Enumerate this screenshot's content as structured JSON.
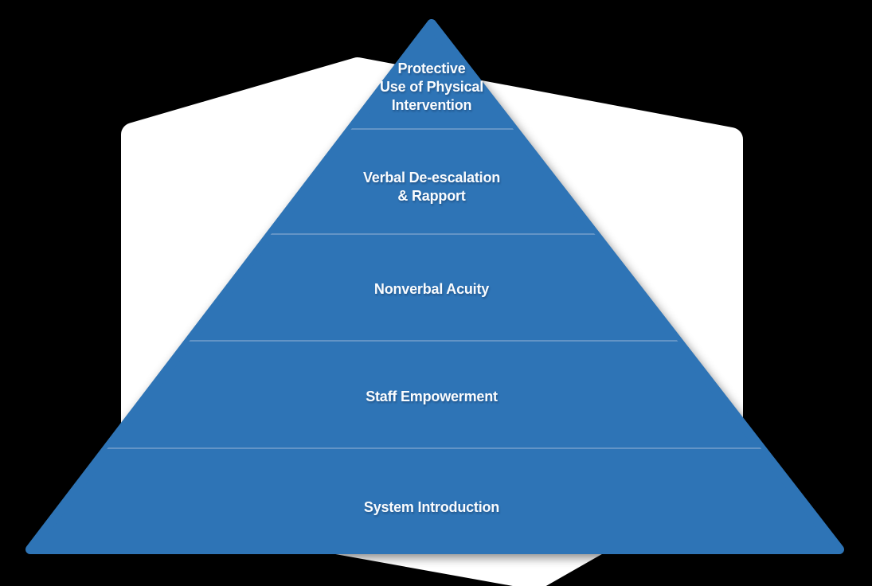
{
  "diagram": {
    "type": "pyramid",
    "level_count": 5,
    "levels": [
      {
        "lines": [
          "Protective",
          "Use of Physical",
          "Intervention"
        ]
      },
      {
        "lines": [
          "Verbal De-escalation",
          "& Rapport"
        ]
      },
      {
        "lines": [
          "Nonverbal Acuity"
        ]
      },
      {
        "lines": [
          "Staff Empowerment"
        ]
      },
      {
        "lines": [
          "System Introduction"
        ]
      }
    ],
    "colors": {
      "pyramid_fill": "#2E74B6",
      "divider_line": "#6394C6",
      "label_text": "#FAFCFE",
      "backdrop_shape": "#FFFFFF",
      "canvas_background": "#000000"
    }
  }
}
